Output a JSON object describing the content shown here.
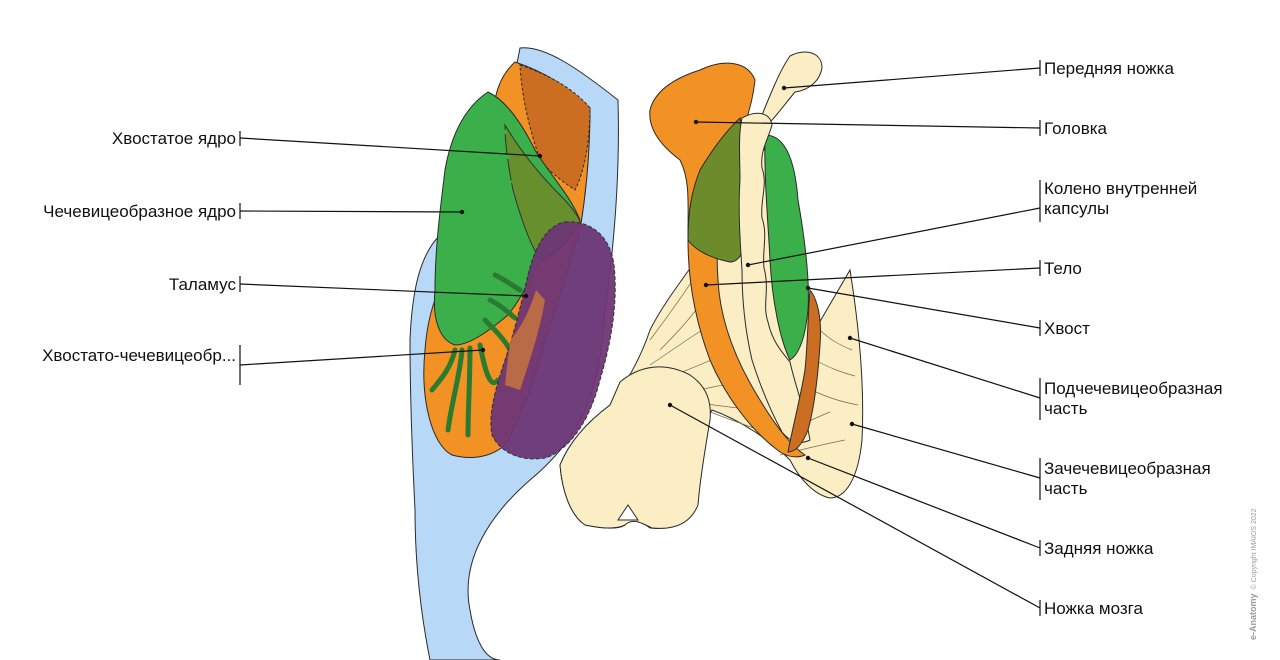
{
  "diagram": {
    "left_labels": [
      {
        "key": "caudate",
        "text": "Хвостатое ядро"
      },
      {
        "key": "lentiform",
        "text": "Чечевицеобразное ядро"
      },
      {
        "key": "thalamus",
        "text": "Таламус"
      },
      {
        "key": "caudolenticular",
        "text": "Хвостато-чечевицеобр..."
      }
    ],
    "right_labels": [
      {
        "key": "anterior-limb",
        "text": "Передняя ножка"
      },
      {
        "key": "head",
        "text": "Головка"
      },
      {
        "key": "genu",
        "text": "Колено внутренней\nкапсулы"
      },
      {
        "key": "body",
        "text": "Тело"
      },
      {
        "key": "tail",
        "text": "Хвост"
      },
      {
        "key": "sublenticular",
        "text": "Подчечевицеобразная\nчасть"
      },
      {
        "key": "retrolenticular",
        "text": "Зачечевицеобразная\nчасть"
      },
      {
        "key": "posterior-limb",
        "text": "Задняя ножка"
      },
      {
        "key": "cerebral-peduncle",
        "text": "Ножка мозга"
      }
    ]
  },
  "colors": {
    "ventricle_blue": "#b8d8f8",
    "caudate_orange": "#f39224",
    "caudate_dark": "#cb6e22",
    "lentiform_green": "#3bb04a",
    "overlap_olive": "#6c8c2c",
    "thalamus_purple": "#6e3676",
    "capsule_cream": "#fbedc4",
    "outline": "#2a2a2a"
  },
  "watermark": {
    "brand": "e-Anatomy",
    "copyright": "© Copyright IMAIOS 2022"
  }
}
